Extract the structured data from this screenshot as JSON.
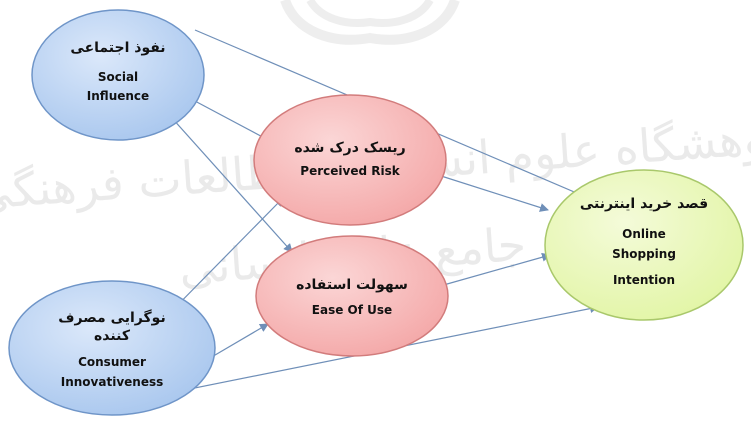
{
  "watermark": {
    "line1": "پژوهشگاه علوم انسانی و مطالعات فرهنگی",
    "line2": "پرتال جامع علوم انسانی"
  },
  "colors": {
    "blue_fill": "#a9c7ee",
    "blue_stroke": "#6f95c8",
    "red_fill": "#f4a8a8",
    "red_stroke": "#d27c7c",
    "green_fill": "#e2f5a6",
    "green_stroke": "#a9c86b",
    "arrow": "#6f8fb8",
    "watermark": "#d9d9d9"
  },
  "nodes": {
    "social_influence": {
      "fa": "نفوذ اجتماعی",
      "en_line1": "Social",
      "en_line2": "Influence"
    },
    "perceived_risk": {
      "fa": "ریسک درک شده",
      "en": "Perceived Risk"
    },
    "ease_of_use": {
      "fa": "سهولت استفاده",
      "en": "Ease Of Use"
    },
    "consumer_innovativeness": {
      "fa_line1": "نوگرایی مصرف",
      "fa_line2": "کننده",
      "en_line1": "Consumer",
      "en_line2": "Innovativeness"
    },
    "online_shopping_intention": {
      "fa": "قصد خرید اینترنتی",
      "en_line1": "Online",
      "en_line2": "Shopping",
      "en_line3": "Intention"
    }
  },
  "edges": [
    {
      "from": "social_influence",
      "to": "perceived_risk"
    },
    {
      "from": "social_influence",
      "to": "ease_of_use"
    },
    {
      "from": "social_influence",
      "to": "online_shopping_intention"
    },
    {
      "from": "consumer_innovativeness",
      "to": "perceived_risk"
    },
    {
      "from": "consumer_innovativeness",
      "to": "ease_of_use"
    },
    {
      "from": "consumer_innovativeness",
      "to": "online_shopping_intention"
    },
    {
      "from": "perceived_risk",
      "to": "online_shopping_intention"
    },
    {
      "from": "ease_of_use",
      "to": "online_shopping_intention"
    }
  ]
}
